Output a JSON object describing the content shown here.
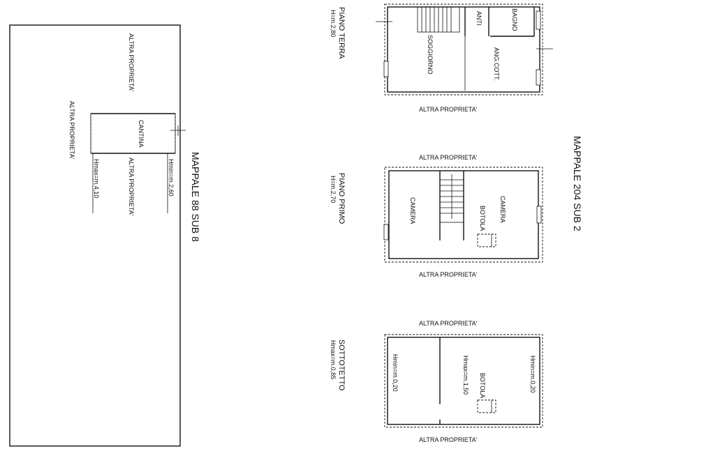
{
  "left_parcel": {
    "title": "MAPPALE 88 SUB 8",
    "cantina_label": "CANTINA",
    "altra_top": "ALTRA PROPRIETA'",
    "altra_left": "ALTRA PROPRIETA'",
    "altra_right": "ALTRA PROPRIETA'",
    "hmin": "Hmin=m.2,60",
    "hmax": "Hmax=m.4,10"
  },
  "right_parcel": {
    "title": "MAPPALE 204 SUB 2"
  },
  "floors": [
    {
      "name": "PIANO TERRA",
      "height": "H=m.2,80",
      "rooms": [
        "SOGGIORNO",
        "ANTI",
        "BAGNO",
        "ANG.COTT."
      ],
      "altra_bottom": "ALTRA PROPRIETA'"
    },
    {
      "name": "PIANO PRIMO",
      "height": "H=m.2,70",
      "rooms": [
        "CAMERA",
        "CAMERA"
      ],
      "botola": "BOTOLA",
      "altra_top": "ALTRA PROPRIETA'",
      "altra_bottom": "ALTRA PROPRIETA'"
    },
    {
      "name": "SOTTOTETTO",
      "height": "Hmax=m.0,85",
      "hmin_left": "Hmin=m.0,20",
      "hmin_right": "Hmin=m.0,20",
      "hmax_mid": "Hmax=m.1,50",
      "botola": "BOTOLA",
      "altra_top": "ALTRA PROPRIETA'",
      "altra_bottom": "ALTRA PROPRIETA'"
    }
  ]
}
